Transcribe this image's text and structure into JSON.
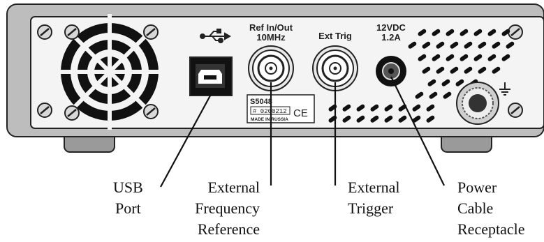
{
  "panel": {
    "usb_symbol": "usb-icon",
    "ref_label_line1": "Ref In/Out",
    "ref_label_line2": "10MHz",
    "trig_label": "Ext Trig",
    "power_label_line1": "12VDC",
    "power_label_line2": "1.2A",
    "ground_symbol": "ground-icon"
  },
  "nameplate": {
    "model": "S5048",
    "serial": "# 0200212",
    "origin": "MADE IN RUSSIA",
    "cert": "CE"
  },
  "callouts": {
    "usb": "USB\nPort",
    "ref": "External\nFrequency\nReference",
    "trig": "External\nTrigger",
    "power": "Power\nCable\nReceptacle"
  }
}
